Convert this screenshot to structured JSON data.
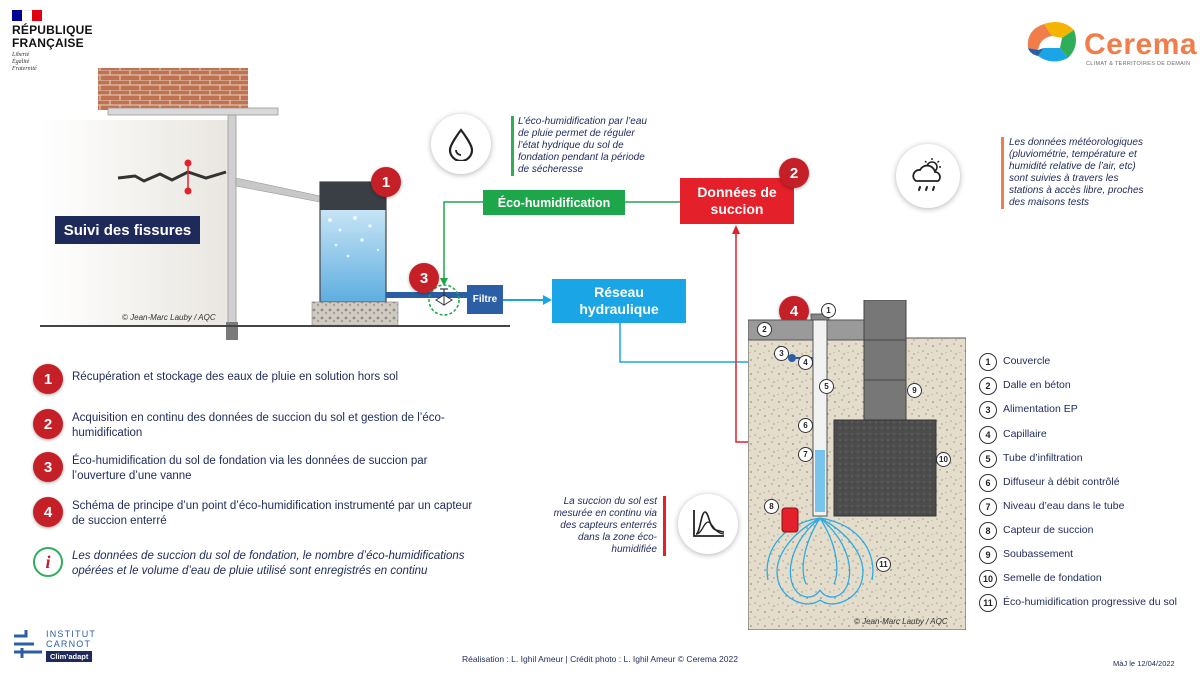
{
  "header": {
    "republique_line1": "RÉPUBLIQUE",
    "republique_line2": "FRANÇAISE",
    "motto_1": "Liberté",
    "motto_2": "Égalité",
    "motto_3": "Fraternité",
    "cerema_name": "Cerema",
    "cerema_tagline": "CLIMAT & TERRITOIRES DE DEMAIN"
  },
  "photo": {
    "fissures_label": "Suivi des fissures",
    "credit": "© Jean-Marc Lauby / AQC"
  },
  "schema": {
    "credit": "© Jean-Marc Lauby / AQC",
    "small_numbers": [
      "1",
      "2",
      "3",
      "4",
      "5",
      "6",
      "7",
      "8",
      "9",
      "10",
      "11"
    ]
  },
  "boxes": {
    "eco_humidification": "Éco-humidification",
    "donnees_line1": "Données de",
    "donnees_line2": "succion",
    "reseau_line1": "Réseau",
    "reseau_line2": "hydraulique",
    "filtre": "Filtre"
  },
  "badges": {
    "b1": "1",
    "b2": "2",
    "b3": "3",
    "b4": "4"
  },
  "info_texts": {
    "pluie": "L’éco-humidification par l’eau de pluie permet de réguler l’état hydrique du sol de fondation pendant la période de sécheresse",
    "meteo": "Les données météorologiques (pluviométrie, température et humidité relative de l’air, etc) sont suivies à travers les stations à accès libre, proches des maisons tests",
    "succion": "La succion du sol est mesurée en continu via des capteurs enterrés dans la zone éco-humidifiée"
  },
  "legend_left": [
    {
      "num": "1",
      "text": "Récupération et stockage des eaux de pluie en solution hors sol"
    },
    {
      "num": "2",
      "text": "Acquisition en continu des données de succion du sol et gestion de l’éco-humidification"
    },
    {
      "num": "3",
      "text": "Éco-humidification du sol de fondation via les données de succion par l’ouverture d’une vanne"
    },
    {
      "num": "4",
      "text": "Schéma de principe d’un point d’éco-humidification instrumenté par un capteur de succion enterré"
    },
    {
      "num": "i",
      "text": "Les données de succion du sol de fondation, le nombre d’éco-humidifications opérées et le volume d’eau de pluie utilisé sont enregistrés en continu"
    }
  ],
  "legend_right": [
    {
      "num": "1",
      "text": "Couvercle"
    },
    {
      "num": "2",
      "text": "Dalle en béton"
    },
    {
      "num": "3",
      "text": "Alimentation EP"
    },
    {
      "num": "4",
      "text": "Capillaire"
    },
    {
      "num": "5",
      "text": "Tube d’infiltration"
    },
    {
      "num": "6",
      "text": "Diffuseur à débit contrôlé"
    },
    {
      "num": "7",
      "text": "Niveau d’eau dans le tube"
    },
    {
      "num": "8",
      "text": "Capteur de succion"
    },
    {
      "num": "9",
      "text": "Soubassement"
    },
    {
      "num": "10",
      "text": "Semelle de fondation"
    },
    {
      "num": "11",
      "text": "Éco-humidification progressive du sol"
    }
  ],
  "footer": {
    "credit": "Réalisation : L. Ighil Ameur | Crédit photo : L. Ighil Ameur © Cerema 2022",
    "date": "MàJ le 12/04/2022",
    "carnot_line1": "INSTITUT",
    "carnot_line2": "CARNOT",
    "carnot_tag": "Clim’adapt"
  },
  "colors": {
    "navy": "#1e2a5a",
    "badge_red": "#c51f28",
    "eco_green": "#1ea64a",
    "donnees_red": "#e4202a",
    "reseau_blue": "#1aa6e6",
    "filtre_blue": "#2c5ea6",
    "cerema_orange": "#f07d4a"
  },
  "icons": {
    "pluie": "water-drop-icon",
    "meteo": "cloud-sun-rain-icon",
    "succion": "curve-chart-icon",
    "vanne": "valve-icon"
  }
}
